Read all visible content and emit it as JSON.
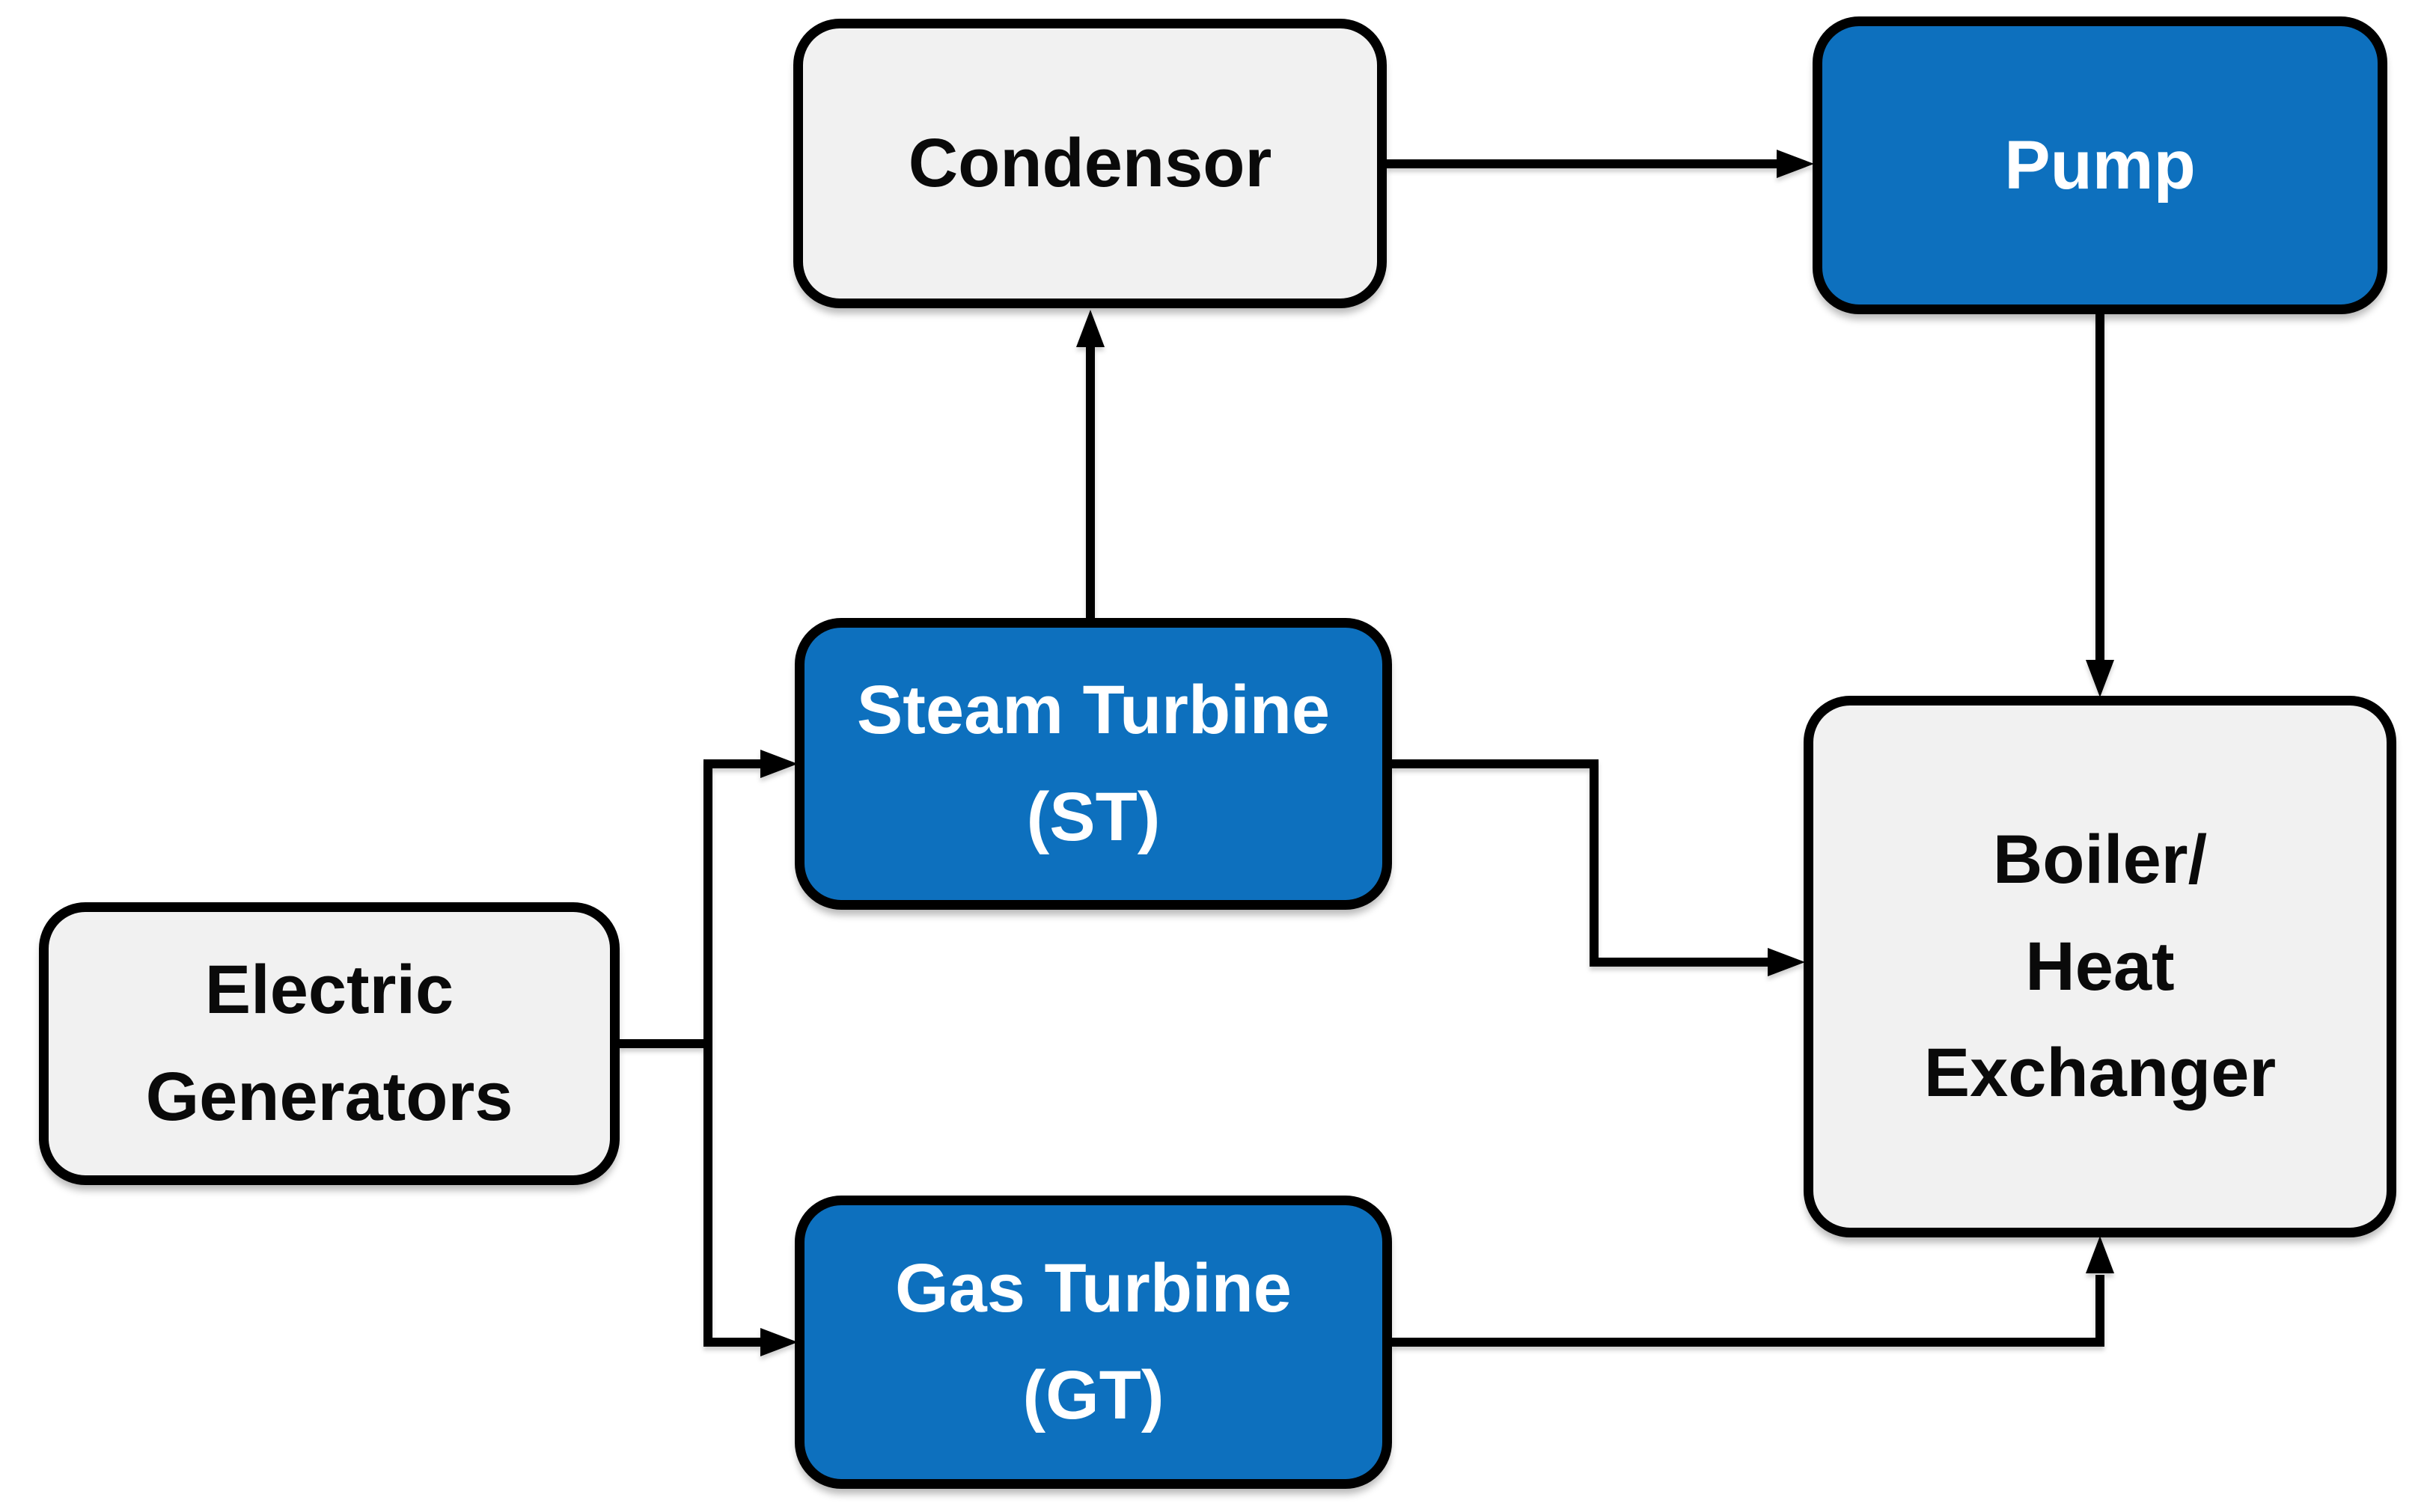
{
  "colors": {
    "background": "#ffffff",
    "node-blue": "#0d70be",
    "node-gray": "#f1f1f1",
    "stroke": "#000000",
    "text-on-blue": "#ffffff",
    "text-on-gray": "#0a0a0a"
  },
  "nodes": {
    "condensor": {
      "label": "Condensor",
      "variant": "gray"
    },
    "pump": {
      "label": "Pump",
      "variant": "blue"
    },
    "steam_turbine": {
      "label": "Steam Turbine\n(ST)",
      "variant": "blue"
    },
    "electric_generators": {
      "label": "Electric\nGenerators",
      "variant": "gray"
    },
    "gas_turbine": {
      "label": "Gas Turbine\n(GT)",
      "variant": "blue"
    },
    "boiler_heat_exchanger": {
      "label": "Boiler/\nHeat\nExchanger",
      "variant": "gray"
    }
  },
  "edges": [
    {
      "from": "Electric Generators",
      "to": "Steam Turbine (ST)"
    },
    {
      "from": "Electric Generators",
      "to": "Gas Turbine (GT)"
    },
    {
      "from": "Steam Turbine (ST)",
      "to": "Condensor"
    },
    {
      "from": "Condensor",
      "to": "Pump"
    },
    {
      "from": "Pump",
      "to": "Boiler/Heat Exchanger"
    },
    {
      "from": "Steam Turbine (ST)",
      "to": "Boiler/Heat Exchanger"
    },
    {
      "from": "Gas Turbine (GT)",
      "to": "Boiler/Heat Exchanger"
    }
  ]
}
